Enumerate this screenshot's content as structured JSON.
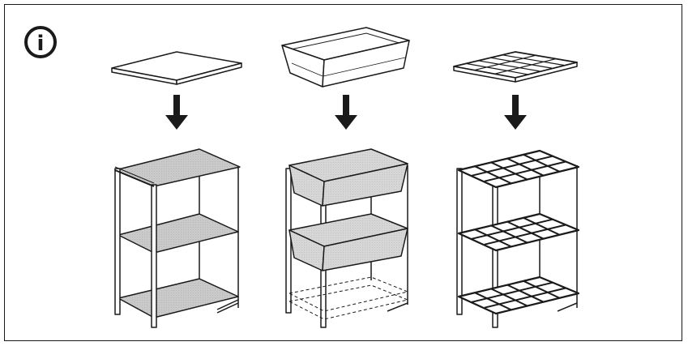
{
  "info_badge": {
    "icon": "info-icon",
    "glyph": "i"
  },
  "colors": {
    "ink": "#1a1a1a",
    "shelf_fill": "#c9c9c9",
    "basket_fill": "#d6d6d6",
    "background": "#ffffff"
  },
  "options": [
    {
      "component": "solid-shelf-panel",
      "quantity_installed": 3
    },
    {
      "component": "wire-basket-drawer",
      "quantity_installed": 2
    },
    {
      "component": "wire-grid-shelf",
      "quantity_installed": 3
    }
  ]
}
